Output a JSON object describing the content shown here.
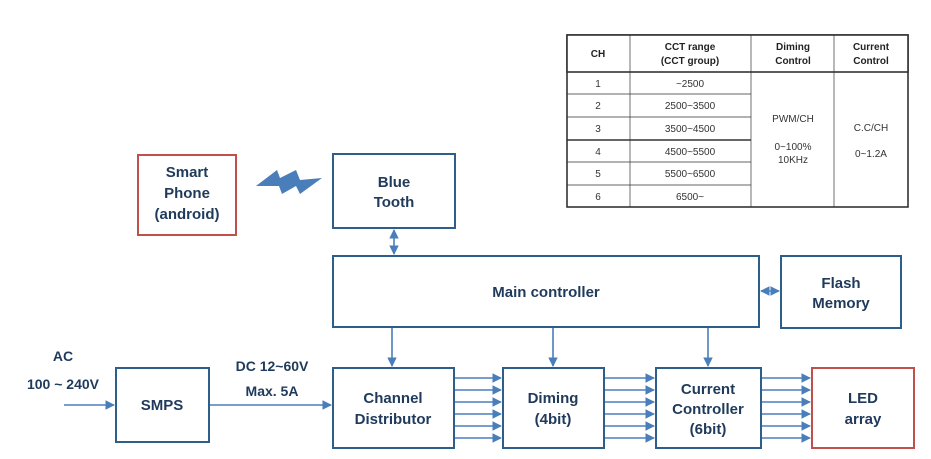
{
  "blocks": {
    "smartphone": [
      "Smart",
      "Phone",
      "(android)"
    ],
    "bluetooth": [
      "Blue",
      "Tooth"
    ],
    "main_controller": "Main controller",
    "flash_memory": [
      "Flash",
      "Memory"
    ],
    "smps": "SMPS",
    "channel_distributor": [
      "Channel",
      "Distributor"
    ],
    "diming": [
      "Diming",
      "(4bit)"
    ],
    "current_controller": [
      "Current",
      "Controller",
      "(6bit)"
    ],
    "led_array": [
      "LED",
      "array"
    ]
  },
  "input": {
    "ac_label": "AC",
    "ac_range": "100 ~ 240V"
  },
  "power": {
    "dc_label": "DC 12~60V",
    "max_label": "Max. 5A"
  },
  "table": {
    "headers": [
      [
        "CH"
      ],
      [
        "CCT range",
        "(CCT group)"
      ],
      [
        "Diming",
        "Control"
      ],
      [
        "Current",
        "Control"
      ]
    ],
    "rows": [
      {
        "ch": "1",
        "cct": "~2500"
      },
      {
        "ch": "2",
        "cct": "2500~3500"
      },
      {
        "ch": "3",
        "cct": "3500~4500"
      },
      {
        "ch": "4",
        "cct": "4500~5500"
      },
      {
        "ch": "5",
        "cct": "5500~6500"
      },
      {
        "ch": "6",
        "cct": "6500~"
      }
    ],
    "diming_control": [
      "PWM/CH",
      "0~100%",
      "10KHz"
    ],
    "current_control": [
      "C.C/CH",
      "0~1.2A"
    ]
  },
  "colors": {
    "block_border": "#2E5F8A",
    "accent_border": "#C0504D",
    "wire": "#4A7EBB",
    "text": "#1F3A5A"
  }
}
